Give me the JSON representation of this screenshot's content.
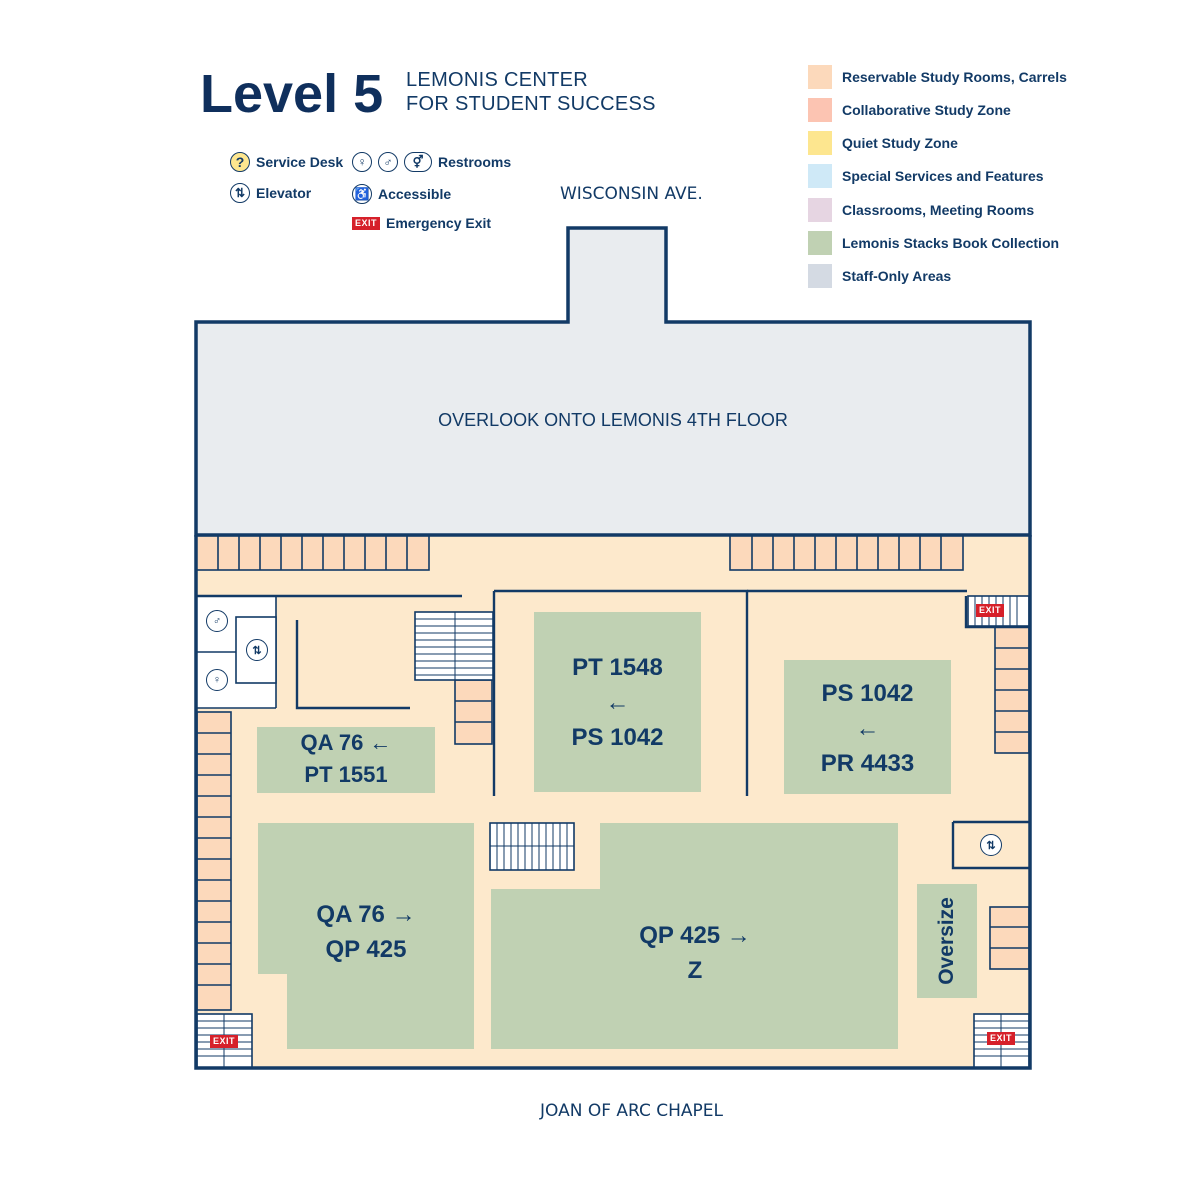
{
  "header": {
    "level": "Level 5",
    "subtitle_line1": "LEMONIS CENTER",
    "subtitle_line2": "FOR STUDENT SUCCESS"
  },
  "key": {
    "service_desk": "Service Desk",
    "elevator": "Elevator",
    "restrooms": "Restrooms",
    "accessible": "Accessible",
    "emergency_exit": "Emergency Exit",
    "exit_badge": "EXIT"
  },
  "legend": [
    {
      "label": "Reservable Study Rooms, Carrels",
      "color": "#fcd9bb"
    },
    {
      "label": "Collaborative Study Zone",
      "color": "#fcc4b2"
    },
    {
      "label": "Quiet Study Zone",
      "color": "#fde68f"
    },
    {
      "label": "Special Services and Features",
      "color": "#cfe9f7"
    },
    {
      "label": "Classrooms, Meeting Rooms",
      "color": "#e6d5e2"
    },
    {
      "label": "Lemonis Stacks Book Collection",
      "color": "#c0d1b3"
    },
    {
      "label": "Staff-Only Areas",
      "color": "#d4dae3"
    }
  ],
  "streets": {
    "north": "WISCONSIN AVE.",
    "south": "JOAN OF ARC CHAPEL"
  },
  "overlook": "OVERLOOK ONTO LEMONIS 4TH FLOOR",
  "stacks": {
    "pt1548": {
      "line1": "PT 1548",
      "arrow": "←",
      "line2": "PS 1042"
    },
    "ps1042": {
      "line1": "PS 1042",
      "arrow": "←",
      "line2": "PR 4433"
    },
    "qa76_pt": {
      "line1": "QA 76 ←",
      "line2": "PT 1551"
    },
    "qa76_qp": {
      "line1": "QA 76 →",
      "line2": "QP 425"
    },
    "qp425_z": {
      "line1": "QP 425 →",
      "line2": "Z"
    },
    "oversize": "Oversize"
  },
  "colors": {
    "navy": "#123a66",
    "floor": "#fde9cc",
    "stacks": "#c0d1b3",
    "overlook": "#e9ecef",
    "carrel": "#fcd9bb",
    "exit_red": "#d6202a"
  }
}
